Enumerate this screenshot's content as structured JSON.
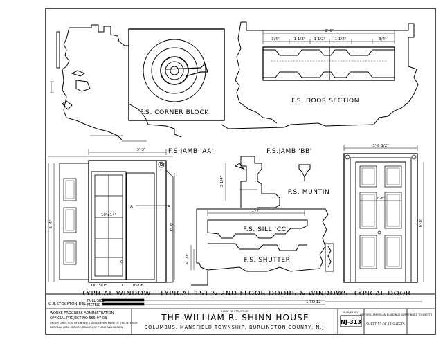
{
  "sheet": {
    "title": "THE WILLIAM R. SHINN HOUSE",
    "name_of_structure_caption": "NAME OF STRUCTURE",
    "location": "COLUMBUS, MANSFIELD TOWNSHIP, BURLINGTON COUNTY, N.J.",
    "survey_no_caption": "SURVEY NO.",
    "survey_no": "NJ-313",
    "agency": "HISTORIC AMERICAN BUILDINGS SURVEY",
    "sheet_of": "SHEET 12 OF 17 SHEETS",
    "index_caption": "INDEX TO SHEETS"
  },
  "footer": {
    "draftsman": "G.B.STOCKTON-DEL",
    "works_line1": "WORKS PROGRESS ADMINISTRATION",
    "works_line2": "OFFICIAL PROJECT NO 665-97-03",
    "under_direction": "UNDER DIRECTION OF UNITED STATES DEPARTMENT OF THE INTERIOR",
    "park_service": "NATIONAL PARK SERVICE, BRANCH OF PLANS AND DESIGN",
    "scale_full_label": "FULL SIZE",
    "scale_metric_label": "METRIC",
    "scale_ratio": "1 TO 12"
  },
  "labels": {
    "corner_block": "F.S. CORNER BLOCK",
    "door_section": "F.S. DOOR SECTION",
    "jamb_aa": "F.S.JAMB 'AA'",
    "jamb_bb": "F.S.JAMB 'BB'",
    "muntin": "F.S. MUNTIN",
    "sill_cc": "F.S. SILL 'CC'",
    "shutter": "F.S. SHUTTER",
    "typical_window": "TYPICAL WINDOW",
    "typical_floor": "TYPICAL 1ST & 2ND FLOOR DOORS & WINDOWS",
    "typical_door": "TYPICAL DOOR",
    "outside": "OUTSIDE",
    "inside": "INSIDE",
    "section_a": "A",
    "section_c": "C",
    "marker_a": "A",
    "marker_c": "C"
  },
  "dimensions": {
    "door_total": "2'-0\"",
    "door_w1": "3/4\"",
    "door_w2": "1 1/2\"",
    "door_w3": "1 1/2\"",
    "door_w4": "1 1/2\"",
    "door_w5": "3/4\"",
    "window_w": "3'-3\"",
    "window_h": "5'-8\"",
    "window_pane": "10\"x14\"",
    "window_side": "5'-4\"",
    "door_height": "6'-8\"",
    "door_width": "2'-8\"",
    "door_head": "3'-8 1/2\"",
    "sill_w": "1'-7\"",
    "shutter_h": "3 1/4\"",
    "muntin_h": "4 1/2\""
  },
  "colors": {
    "ink": "#000000",
    "paper": "#ffffff"
  }
}
